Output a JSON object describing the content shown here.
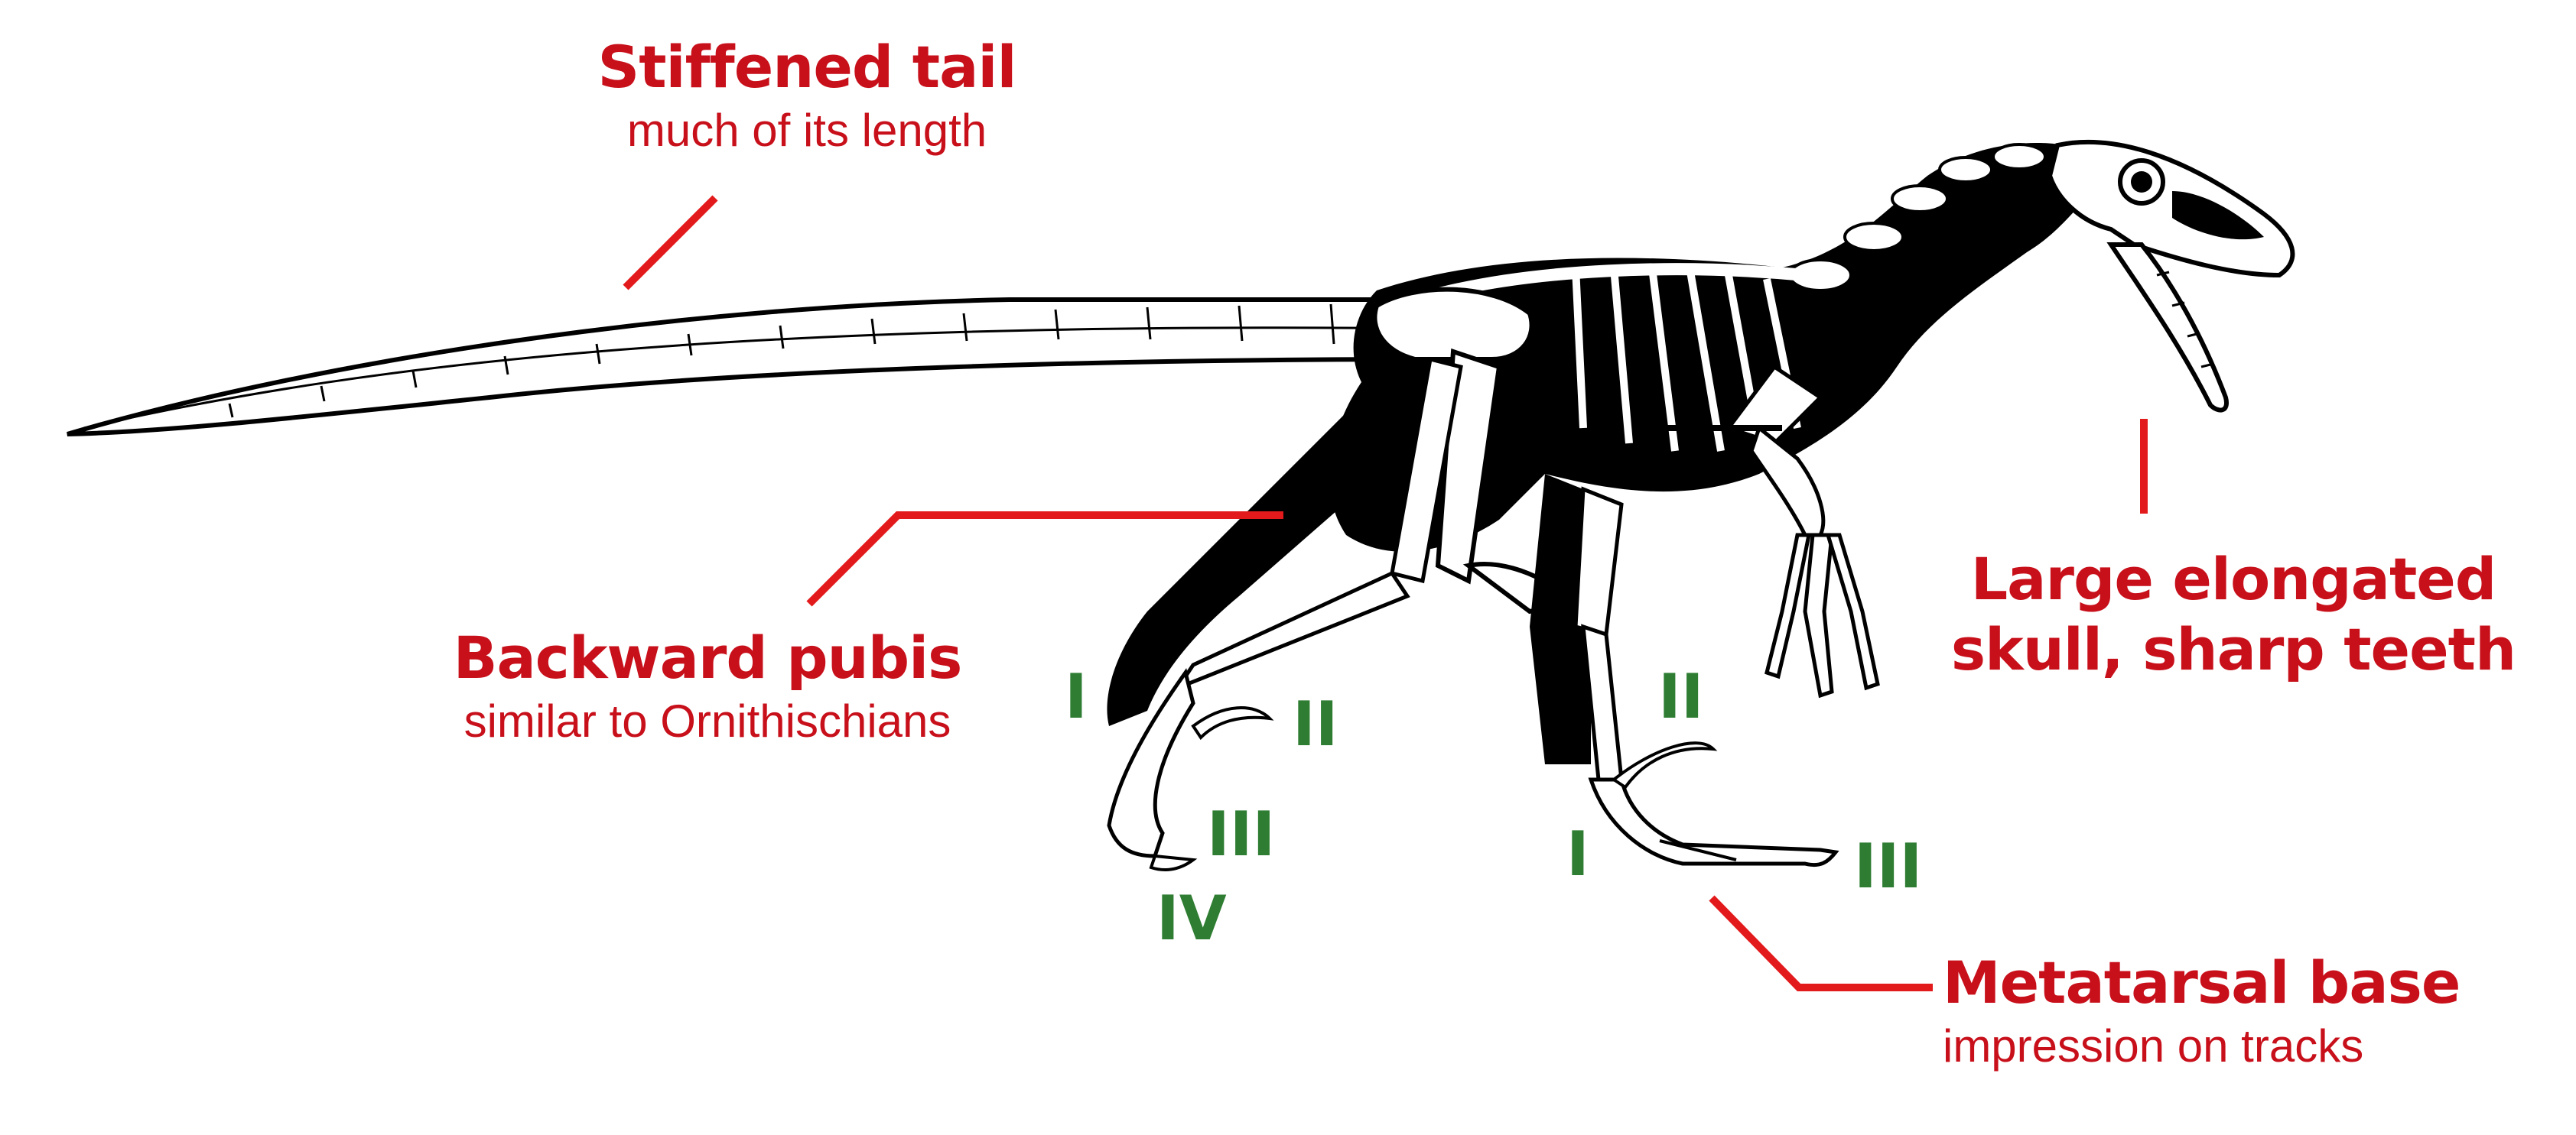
{
  "annotations": {
    "tail": {
      "title": "Stiffened tail",
      "subtitle": "much of its length"
    },
    "pubis": {
      "title": "Backward pubis",
      "subtitle": "similar to Ornithischians"
    },
    "skull": {
      "line1": "Large elongated",
      "line2": "skull, sharp teeth"
    },
    "metatarsal": {
      "title": "Metatarsal base",
      "subtitle": "impression on tracks"
    }
  },
  "digits": {
    "left_foot": {
      "d1": "I",
      "d2": "II",
      "d3": "III",
      "d4": "IV"
    },
    "right_foot": {
      "d1": "I",
      "d2": "II",
      "d3": "III"
    }
  },
  "colors": {
    "annotation": "#c8101b",
    "digit": "#2e7d32",
    "silhouette": "#000000",
    "bone": "#ffffff"
  }
}
